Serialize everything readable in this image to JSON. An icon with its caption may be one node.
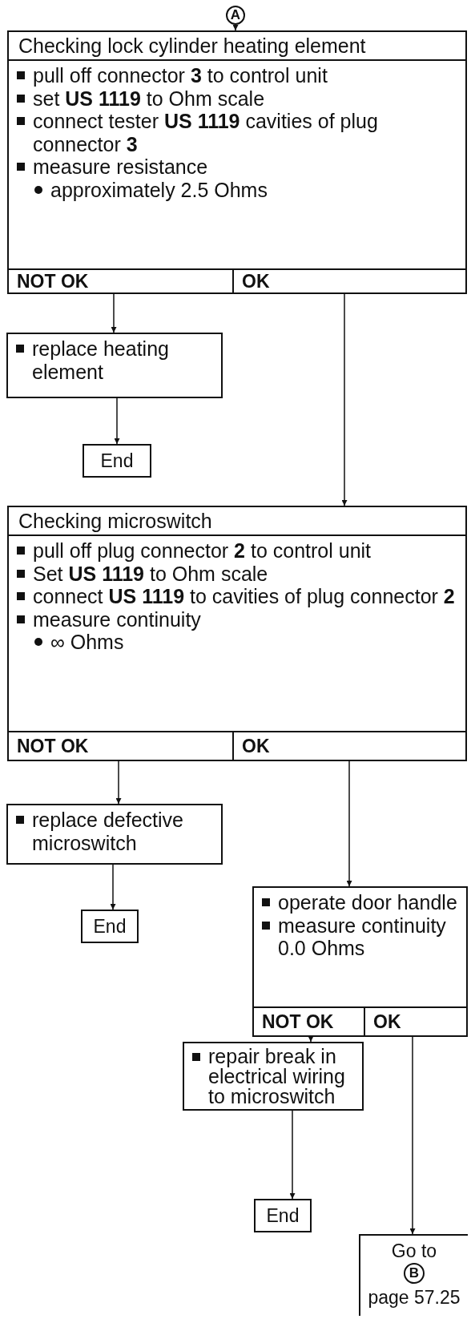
{
  "diagram": {
    "nodes": [
      {
        "text": [
          "A"
        ]
      },
      {
        "text": [
          "Checking lock cylinder heating element",
          "pull off connector **3** to control unit",
          "set **US 1119** to Ohm scale",
          "connect tester **US 1119** cavities of plug connector **3**",
          "measure resistance",
          "approximately 2.5 Ohms"
        ]
      },
      {
        "text": [
          "NOT OK"
        ],
        "in": 1
      },
      {
        "text": [
          "OK"
        ],
        "in": 1
      },
      {
        "text": [
          "replace heating element"
        ]
      },
      {
        "text": [
          "End"
        ]
      },
      {
        "text": [
          "Checking microswitch",
          "pull off plug connector **2** to control unit",
          "Set **US 1119** to Ohm scale",
          "connect **US 1119** to cavities of plug connector **2**",
          "measure continuity",
          "∞ Ohms"
        ]
      },
      {
        "text": [
          "NOT OK"
        ],
        "in": 6
      },
      {
        "text": [
          "OK"
        ],
        "in": 6
      },
      {
        "text": [
          "replace defective microswitch"
        ]
      },
      {
        "text": [
          "End"
        ]
      },
      {
        "text": [
          "operate door handle",
          "measure continuity",
          "0.0 Ohms"
        ]
      },
      {
        "text": [
          "NOT OK"
        ],
        "in": 11
      },
      {
        "text": [
          "OK"
        ],
        "in": 11
      },
      {
        "text": [
          "repair break in electrical wiring to microswitch"
        ]
      },
      {
        "text": [
          "End"
        ]
      },
      {
        "text": [
          "Go to",
          "page 57.25"
        ]
      },
      {
        "text": [
          "B"
        ],
        "in": 16
      }
    ],
    "edges": [
      {
        "from": 0,
        "to": 1,
        "arrow": "to"
      },
      {
        "from": 2,
        "to": 4,
        "arrow": "to"
      },
      {
        "from": 4,
        "to": 5,
        "arrow": "to"
      },
      {
        "from": 3,
        "to": 6,
        "arrow": "to"
      },
      {
        "from": 7,
        "to": 9,
        "arrow": "to"
      },
      {
        "from": 9,
        "to": 10,
        "arrow": "to"
      },
      {
        "from": 8,
        "to": 11,
        "arrow": "to"
      },
      {
        "from": 12,
        "to": 14,
        "arrow": "to"
      },
      {
        "from": 14,
        "to": 15,
        "arrow": "to"
      },
      {
        "from": 13,
        "to": 16,
        "arrow": "to"
      }
    ]
  }
}
